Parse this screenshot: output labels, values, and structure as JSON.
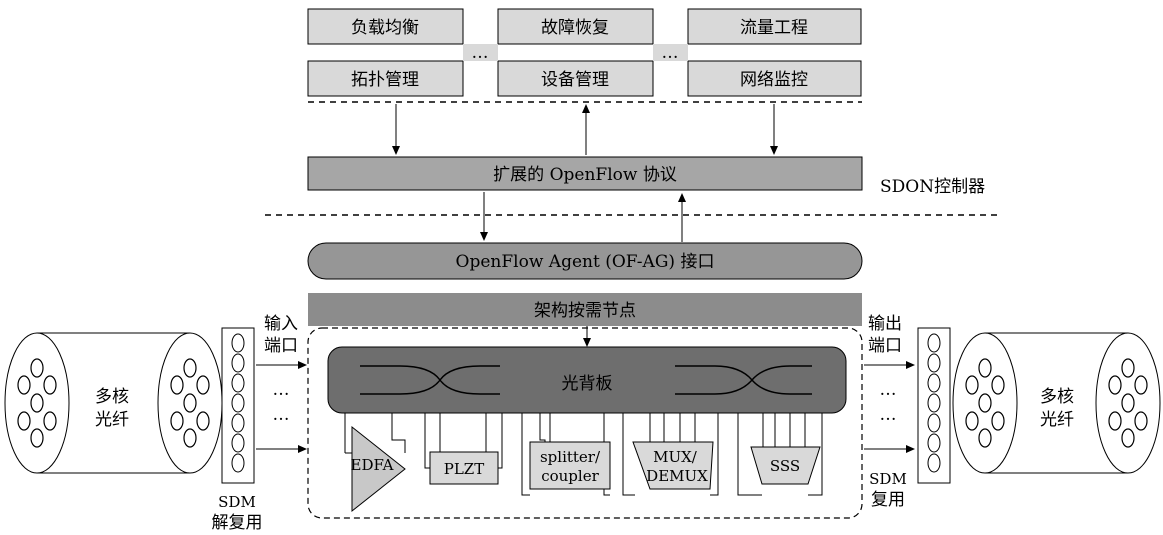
{
  "app_row1": [
    "负载均衡",
    "故障恢复",
    "流量工程"
  ],
  "app_row2": [
    "拓扑管理",
    "设备管理",
    "网络监控"
  ],
  "ellipsis": "…",
  "openflow_protocol": "扩展的 OpenFlow 协议",
  "sdon_controller": "SDON控制器",
  "of_agent": "OpenFlow Agent (OF-AG) 接口",
  "aod_node": "架构按需节点",
  "backplane": "光背板",
  "input_port": [
    "输入",
    "端口"
  ],
  "output_port": [
    "输出",
    "端口"
  ],
  "fiber_label": [
    "多核",
    "光纤"
  ],
  "sdm_demux": [
    "SDM",
    "解复用"
  ],
  "sdm_mux": [
    "SDM",
    "复用"
  ],
  "modules": {
    "edfa": "EDFA",
    "plzt": "PLZT",
    "splitter": [
      "splitter/",
      "coupler"
    ],
    "mux": [
      "MUX/",
      "DEMUX"
    ],
    "sss": "SSS"
  },
  "colors": {
    "app_box": "#d9d9d9",
    "protocol_bar": "#a6a6a6",
    "agent_bar": "#969696",
    "node_bar": "#8c8c8c",
    "backplane": "#6e6e6e",
    "edfa": "#c8c8c8"
  }
}
